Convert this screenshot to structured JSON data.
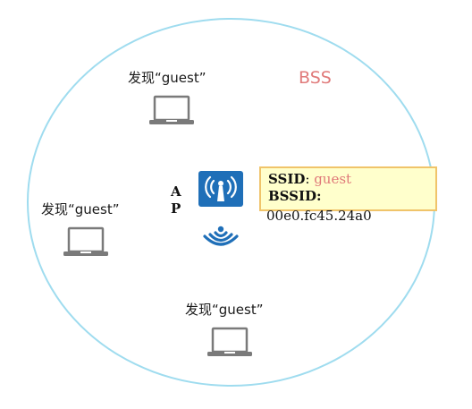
{
  "bss": {
    "label": "BSS"
  },
  "stations": [
    {
      "label": "发现“guest”"
    },
    {
      "label": "发现“guest”"
    },
    {
      "label": "发现“guest”"
    }
  ],
  "ap": {
    "letters": [
      "A",
      "P"
    ],
    "icon": "wifi-tower-icon"
  },
  "info": {
    "ssid_key": "SSID",
    "ssid_sep": ": ",
    "ssid_value": "guest",
    "bssid_key": "BSSID",
    "bssid_sep": ":",
    "bssid_value": "00e0.fc45.24a0"
  },
  "colors": {
    "bss_border": "#9fdcef",
    "bss_label": "#e07a7a",
    "ap_blue": "#1f6fb8",
    "info_bg": "#ffffcc",
    "info_border": "#f0c46a",
    "laptop_gray": "#7a7a7a"
  }
}
